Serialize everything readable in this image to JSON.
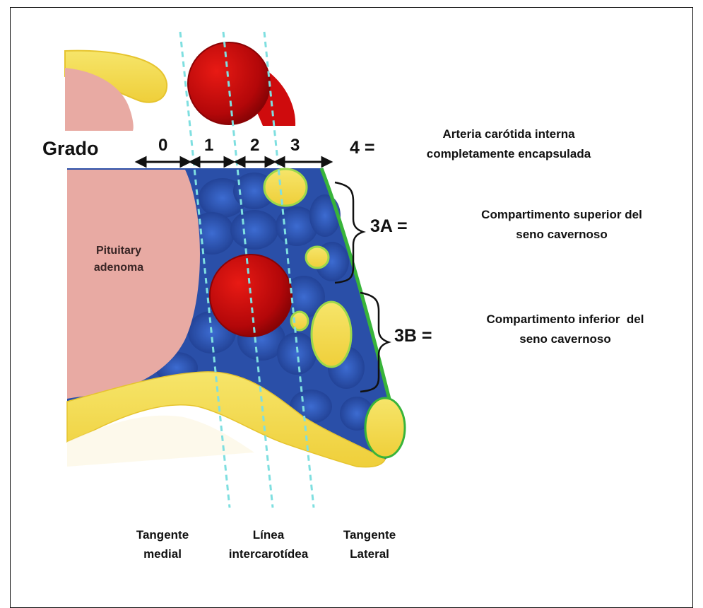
{
  "grade_label": "Grado",
  "grades": {
    "g0": "0",
    "g1": "1",
    "g2": "2",
    "g3": "3"
  },
  "grade4": {
    "label": "4 =",
    "description_line1": "Arteria carótida interna",
    "description_line2": "completamente encapsulada"
  },
  "grade3a": {
    "label": "3A =",
    "description_line1": "Compartimento superior del",
    "description_line2": "seno cavernoso"
  },
  "grade3b": {
    "label": "3B =",
    "description_line1": "Compartimento inferior  del",
    "description_line2": "seno cavernoso"
  },
  "adenoma": {
    "line1": "Pituitary",
    "line2": "adenoma"
  },
  "bottom_labels": {
    "medial_line1": "Tangente",
    "medial_line2": "medial",
    "intercarotid_line1": "Línea",
    "intercarotid_line2": "intercarotídea",
    "lateral_line1": "Tangente",
    "lateral_line2": "Lateral"
  },
  "colors": {
    "adenoma": "#e8aaa3",
    "sinus": "#2a4fa8",
    "artery": "#c4090b",
    "nerve": "#f2df55",
    "border": "#38b43a",
    "tangent_line": "#7fdfe0"
  }
}
